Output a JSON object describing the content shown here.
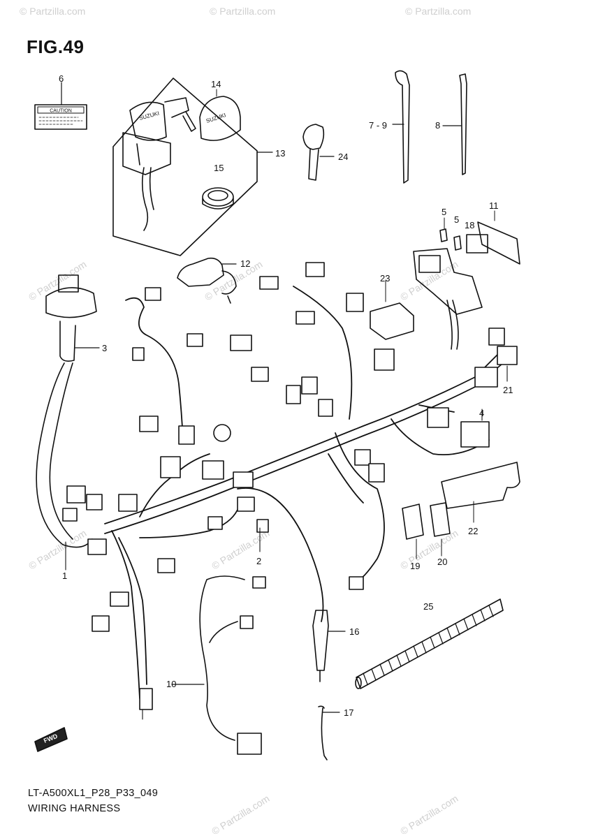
{
  "figure": {
    "title": "FIG.49"
  },
  "footer": {
    "model_code": "LT-A500XL1_P28_P33_049",
    "section_name": "WIRING HARNESS"
  },
  "caution_label_text": "CAUTION",
  "ignition_key_brand": "SUZUKI",
  "direction_label": "FWD",
  "watermark_text": "© Partzilla.com",
  "callouts": {
    "c1": "1",
    "c2": "2",
    "c3": "3",
    "c4": "4",
    "c5a": "5",
    "c5b": "5",
    "c6": "6",
    "c7": "7 - 9",
    "c8": "8",
    "c10": "10",
    "c11": "11",
    "c12": "12",
    "c13": "13",
    "c14": "14",
    "c15": "15",
    "c16": "16",
    "c17": "17",
    "c18": "18",
    "c19": "19",
    "c20": "20",
    "c21": "21",
    "c22": "22",
    "c23": "23",
    "c24": "24",
    "c25": "25"
  }
}
